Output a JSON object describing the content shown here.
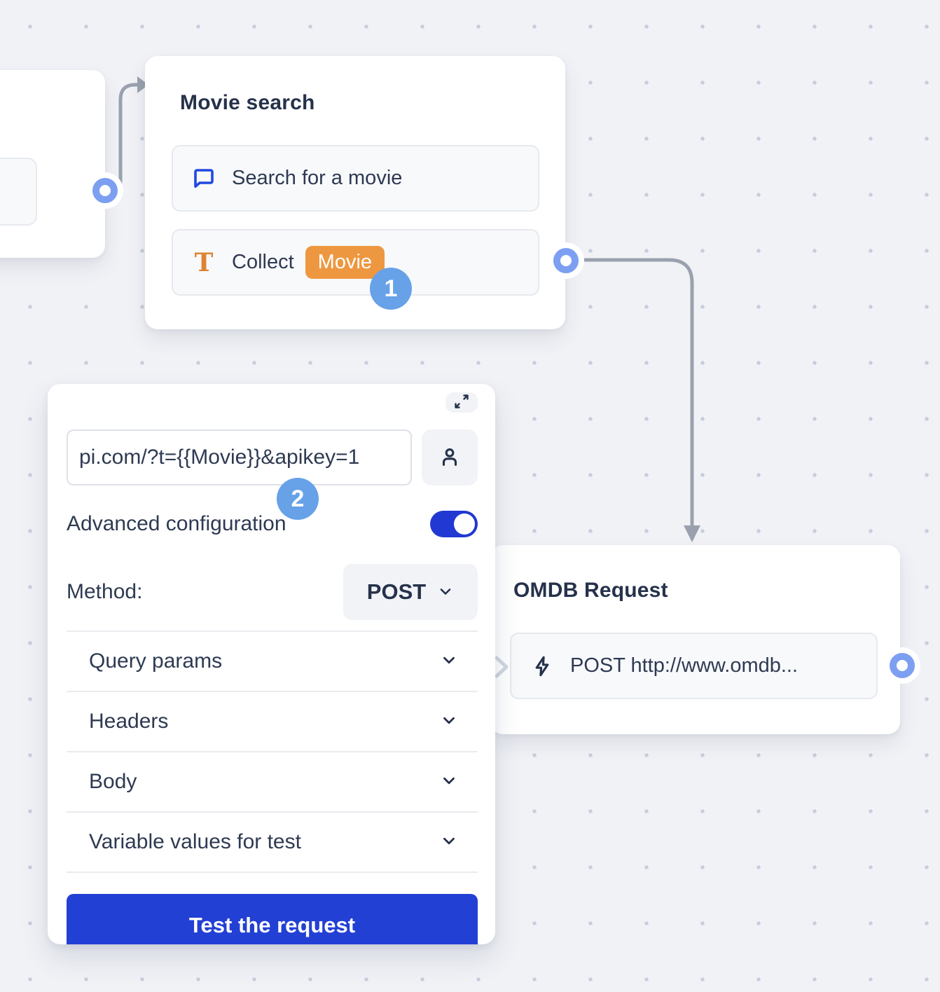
{
  "canvas": {
    "background": "#f1f2f6",
    "dot_color": "#c9cede"
  },
  "colors": {
    "accent_blue": "#2340d4",
    "toggle_blue": "#2138d2",
    "port_blue": "#7d9ff1",
    "step_badge_blue": "#67a1e8",
    "badge_orange": "#ed9840",
    "icon_orange": "#dd8430",
    "icon_blue": "#2149e0",
    "connector_gray": "#9aa1ae",
    "title_navy": "#26324b",
    "text_navy": "#2e3a52"
  },
  "movie_search_node": {
    "title": "Movie search",
    "rows": [
      {
        "icon": "chat-bubble-icon",
        "label": "Search for a movie"
      },
      {
        "icon": "text-collect-icon",
        "icon_glyph": "T",
        "label": "Collect",
        "badge": "Movie"
      }
    ],
    "step_badge": "1"
  },
  "webhook_panel": {
    "url_value": "pi.com/?t={{Movie}}&apikey=1",
    "expand_icon": "expand-icon",
    "person_icon": "person-icon",
    "advanced_label": "Advanced configuration",
    "toggle_on": true,
    "method_label": "Method:",
    "method_value": "POST",
    "sections": [
      {
        "label": "Query params"
      },
      {
        "label": "Headers"
      },
      {
        "label": "Body"
      },
      {
        "label": "Variable values for test"
      }
    ],
    "test_button_label": "Test the request",
    "step_badge": "2"
  },
  "omdb_node": {
    "title": "OMDB Request",
    "row": {
      "icon": "lightning-icon",
      "label": "POST http://www.omdb..."
    }
  }
}
